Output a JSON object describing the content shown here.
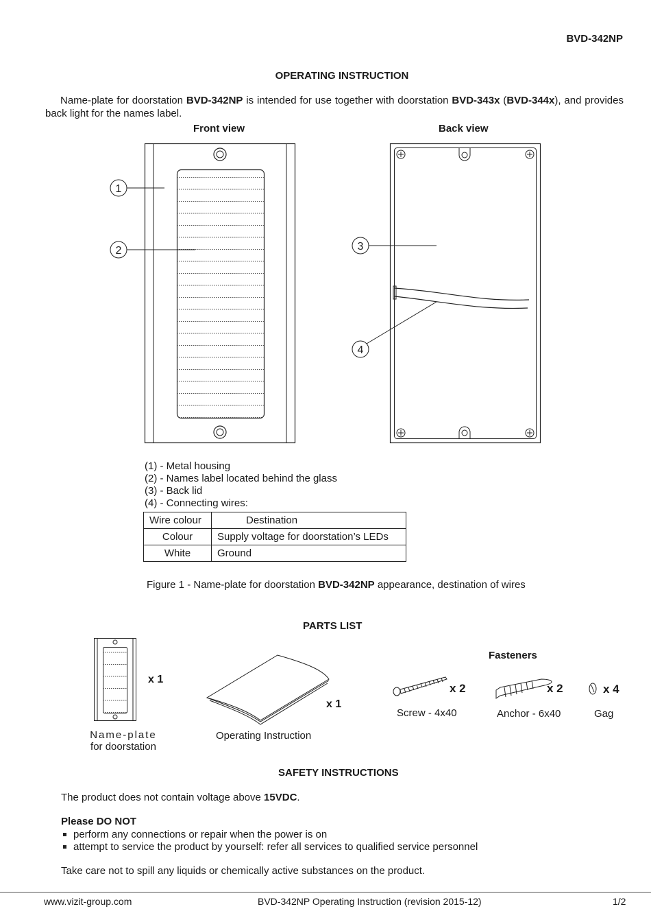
{
  "header": {
    "model": "BVD-342NP"
  },
  "title": "OPERATING INSTRUCTION",
  "intro": {
    "p1": "Name-plate for doorstation ",
    "m1": "BVD-342NP",
    "p2": " is intended for use together with doorstation ",
    "m2": "BVD-343x",
    "p3": " (",
    "m3": "BVD-344x",
    "p4": "), and provides back light  for the names label."
  },
  "figure": {
    "front_view_label": "Front view",
    "back_view_label": "Back view",
    "callouts": [
      "1",
      "2",
      "3",
      "4"
    ]
  },
  "legend": [
    "(1) - Metal housing",
    "(2) - Names label located behind the glass",
    "(3) - Back lid",
    "(4) - Connecting wires:"
  ],
  "wire_table": {
    "headers": [
      "Wire colour",
      "Destination"
    ],
    "rows": [
      [
        "Colour",
        "Supply voltage for doorstation’s LEDs"
      ],
      [
        "White",
        "Ground"
      ]
    ]
  },
  "caption": {
    "pre": "Figure 1 - Name-plate for doorstation ",
    "model": "BVD-342NP",
    "post": " appearance, destination of wires"
  },
  "parts": {
    "title": "PARTS LIST",
    "fasteners_label": "Fasteners",
    "nameplate": {
      "qty": "x 1",
      "label_line1": "Name-plate",
      "label_line2": "for doorstation"
    },
    "instruction": {
      "qty": "x 1",
      "label": "Operating Instruction"
    },
    "screw": {
      "qty": "x 2",
      "label": "Screw - 4x40"
    },
    "anchor": {
      "qty": "x 2",
      "label": "Anchor - 6x40"
    },
    "gag": {
      "qty": "x 4",
      "label": "Gag"
    }
  },
  "safety": {
    "title": "SAFETY INSTRUCTIONS",
    "voltage_pre": "The product does not contain voltage above ",
    "voltage_value": "15VDC",
    "voltage_post": ".",
    "please": "Please DO NOT",
    "bullets": [
      "perform any connections or repair when the power is on",
      "attempt to service the product by yourself: refer all services to qualified service personnel"
    ],
    "liquids": "Take care not to spill any liquids or chemically active substances on the product."
  },
  "footer": {
    "website": "www.vizit-group.com",
    "doc_title": "BVD-342NP Operating Instruction (revision 2015-12)",
    "page": "1/2"
  }
}
